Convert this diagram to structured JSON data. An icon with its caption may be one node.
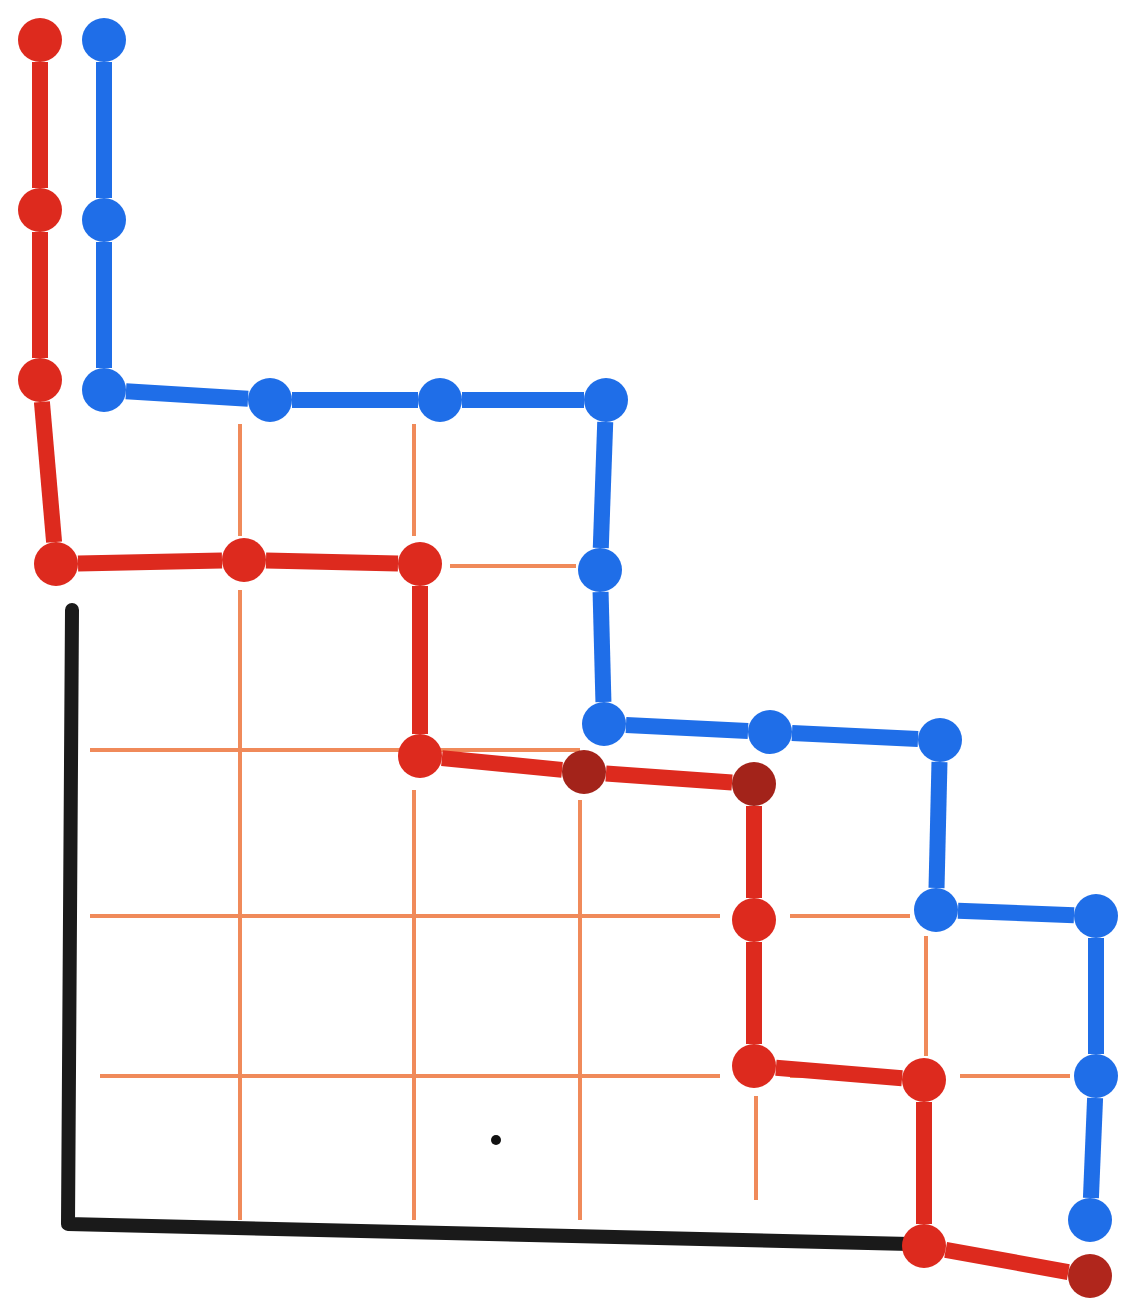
{
  "diagram": {
    "nodes": [
      {
        "text": [],
        "shape": "circle"
      },
      {
        "text": [],
        "shape": "circle"
      },
      {
        "text": [],
        "shape": "circle"
      },
      {
        "text": [],
        "shape": "circle"
      },
      {
        "text": [],
        "shape": "circle"
      },
      {
        "text": [],
        "shape": "circle"
      },
      {
        "text": [],
        "shape": "circle"
      },
      {
        "text": [],
        "shape": "circle"
      },
      {
        "text": [],
        "shape": "circle"
      },
      {
        "text": [],
        "shape": "circle"
      },
      {
        "text": [],
        "shape": "circle"
      },
      {
        "text": [],
        "shape": "circle"
      },
      {
        "text": [],
        "shape": "circle"
      },
      {
        "text": [],
        "shape": "circle"
      },
      {
        "text": [],
        "shape": "circle"
      },
      {
        "text": [],
        "shape": "circle"
      },
      {
        "text": [],
        "shape": "circle"
      },
      {
        "text": [],
        "shape": "circle"
      },
      {
        "text": [],
        "shape": "circle"
      },
      {
        "text": [],
        "shape": "circle"
      },
      {
        "text": [],
        "shape": "circle"
      },
      {
        "text": [],
        "shape": "circle"
      },
      {
        "text": [],
        "shape": "circle"
      },
      {
        "text": [],
        "shape": "circle"
      },
      {
        "text": [],
        "shape": "circle"
      },
      {
        "text": [],
        "shape": "circle"
      },
      {
        "text": [],
        "shape": "circle"
      },
      {
        "text": [],
        "shape": "circle"
      }
    ],
    "edges": [
      {
        "from": 0,
        "to": 1,
        "arrow": "none",
        "color": "#dd2a1e"
      },
      {
        "from": 1,
        "to": 2,
        "arrow": "none",
        "color": "#dd2a1e"
      },
      {
        "from": 2,
        "to": 3,
        "arrow": "none",
        "color": "#dd2a1e"
      },
      {
        "from": 3,
        "to": 4,
        "arrow": "none",
        "color": "#dd2a1e"
      },
      {
        "from": 4,
        "to": 5,
        "arrow": "none",
        "color": "#dd2a1e"
      },
      {
        "from": 5,
        "to": 6,
        "arrow": "none",
        "color": "#dd2a1e"
      },
      {
        "from": 6,
        "to": 7,
        "arrow": "none",
        "color": "#dd2a1e"
      },
      {
        "from": 7,
        "to": 8,
        "arrow": "none",
        "color": "#dd2a1e"
      },
      {
        "from": 8,
        "to": 9,
        "arrow": "none",
        "color": "#dd2a1e"
      },
      {
        "from": 9,
        "to": 10,
        "arrow": "none",
        "color": "#dd2a1e"
      },
      {
        "from": 10,
        "to": 11,
        "arrow": "none",
        "color": "#dd2a1e"
      },
      {
        "from": 11,
        "to": 12,
        "arrow": "none",
        "color": "#dd2a1e"
      },
      {
        "from": 12,
        "to": 13,
        "arrow": "none",
        "color": "#dd2a1e"
      },
      {
        "from": 14,
        "to": 15,
        "arrow": "none",
        "color": "#1f6ee8"
      },
      {
        "from": 15,
        "to": 16,
        "arrow": "none",
        "color": "#1f6ee8"
      },
      {
        "from": 16,
        "to": 17,
        "arrow": "none",
        "color": "#1f6ee8"
      },
      {
        "from": 17,
        "to": 18,
        "arrow": "none",
        "color": "#1f6ee8"
      },
      {
        "from": 18,
        "to": 19,
        "arrow": "none",
        "color": "#1f6ee8"
      },
      {
        "from": 19,
        "to": 20,
        "arrow": "none",
        "color": "#1f6ee8"
      },
      {
        "from": 20,
        "to": 21,
        "arrow": "none",
        "color": "#1f6ee8"
      },
      {
        "from": 21,
        "to": 22,
        "arrow": "none",
        "color": "#1f6ee8"
      },
      {
        "from": 22,
        "to": 23,
        "arrow": "none",
        "color": "#1f6ee8"
      },
      {
        "from": 23,
        "to": 24,
        "arrow": "none",
        "color": "#1f6ee8"
      },
      {
        "from": 24,
        "to": 25,
        "arrow": "none",
        "color": "#1f6ee8"
      },
      {
        "from": 25,
        "to": 26,
        "arrow": "none",
        "color": "#1f6ee8"
      },
      {
        "from": 26,
        "to": 27,
        "arrow": "none",
        "color": "#1f6ee8"
      }
    ]
  }
}
